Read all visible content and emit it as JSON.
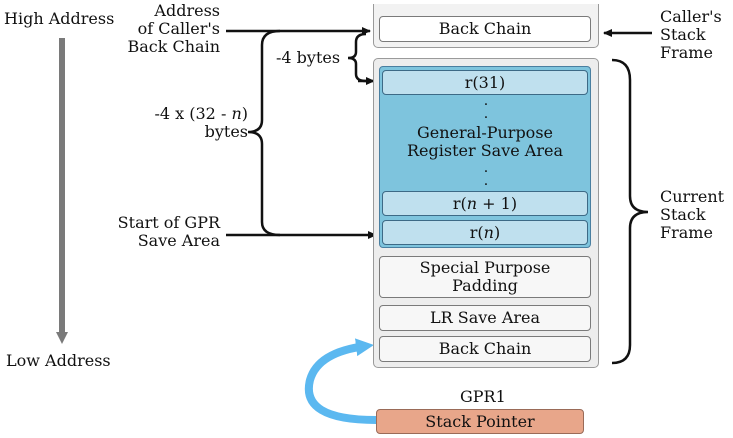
{
  "left_axis": {
    "high_label": "High Address",
    "low_label": "Low Address"
  },
  "annotations": {
    "address_of_callers_back_chain": [
      "Address",
      "of Caller's",
      "Back Chain"
    ],
    "minus_4_bytes": "-4 bytes",
    "minus_4_x_line1_pre": "-4 x (32 - ",
    "minus_4_x_var": "n",
    "minus_4_x_line1_post": ")",
    "minus_4_x_line2": "bytes",
    "start_of_gpr": [
      "Start of GPR",
      "Save Area"
    ],
    "callers_stack_frame": [
      "Caller's",
      "Stack",
      "Frame"
    ],
    "current_stack_frame": [
      "Current",
      "Stack",
      "Frame"
    ],
    "gpr1": "GPR1"
  },
  "caller_frame": {
    "back_chain": "Back Chain"
  },
  "gpr_area": {
    "r31": "r(31)",
    "title_lines": [
      "General-Purpose",
      "Register Save Area"
    ],
    "rn1_pre": "r(",
    "rn1_var": "n",
    "rn1_post": " + 1)",
    "rn_pre": "r(",
    "rn_var": "n",
    "rn_post": ")",
    "dot": "."
  },
  "current_frame": {
    "special_purpose": [
      "Special Purpose",
      "Padding"
    ],
    "lr_save": "LR Save Area",
    "back_chain": "Back Chain"
  },
  "stack_pointer": {
    "label": "Stack Pointer"
  },
  "colors": {
    "gpr_area_fill": "#7ec4dd",
    "register_fill": "#bfe0ee",
    "stack_pointer_fill": "#e8a68a",
    "pointer_arrow": "#5bb8f0",
    "axis_arrow": "#7a7a7a"
  }
}
